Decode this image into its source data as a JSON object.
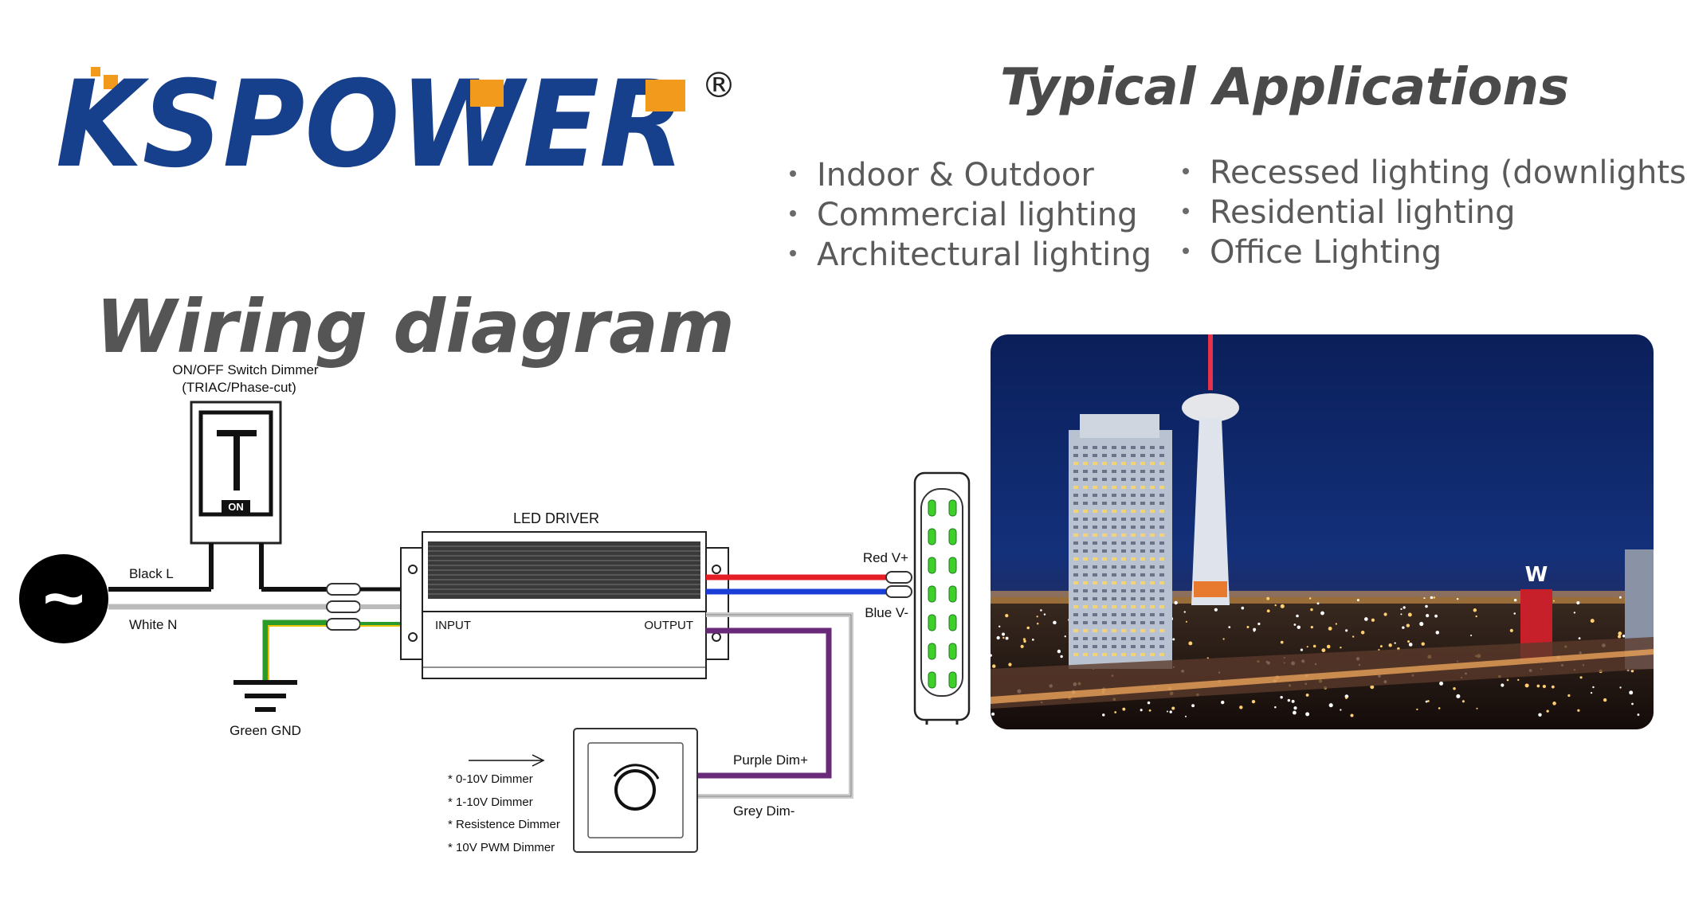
{
  "brand": {
    "name": "KSPOWER",
    "registered_mark": "®",
    "colors": {
      "primary": "#163f8c",
      "accent": "#f29a1b"
    }
  },
  "applications": {
    "title": "Typical Applications",
    "left": [
      "Indoor & Outdoor",
      "Commercial lighting",
      "Architectural lighting"
    ],
    "right": [
      "Recessed lighting (downlights)",
      "Residential lighting",
      "Office Lighting"
    ]
  },
  "wiring": {
    "title": "Wiring diagram",
    "switch_label_line1": "ON/OFF Switch Dimmer",
    "switch_label_line2": "(TRIAC/Phase-cut)",
    "switch_state": "ON",
    "driver_label": "LED DRIVER",
    "input_label": "INPUT",
    "output_label": "OUTPUT",
    "wires": {
      "black": "Black L",
      "white": "White N",
      "green": "Green GND",
      "red": "Red V+",
      "blue": "Blue V-",
      "purple": "Purple Dim+",
      "grey": "Grey Dim-"
    },
    "dimmer_types": [
      "* 0-10V Dimmer",
      "* 1-10V Dimmer",
      "* Resistence Dimmer",
      "* 10V PWM Dimmer"
    ],
    "ac_symbol": "~",
    "colors": {
      "red": "#e31e24",
      "blue": "#1b3fd6",
      "purple": "#6a2a7a",
      "green": "#2a9a2a",
      "yellow": "#e8c400",
      "led": "#3ecf2b"
    }
  },
  "photo": {
    "subject": "city skyline at night",
    "sign_letter": "W"
  }
}
